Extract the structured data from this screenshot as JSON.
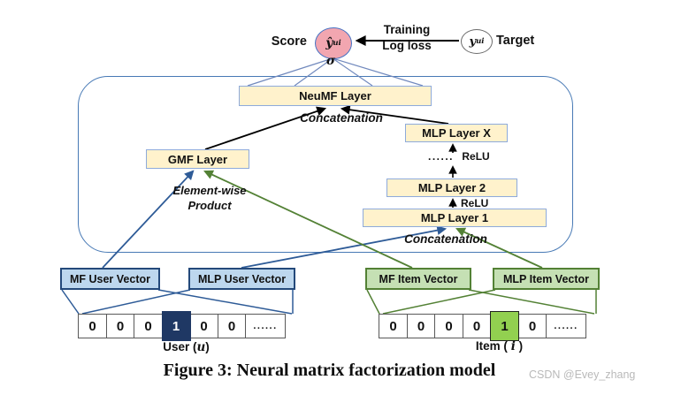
{
  "figure": {
    "score_label": "Score",
    "yhat": "ŷ",
    "yhat_sub": "ui",
    "sigma": "σ",
    "training_label": "Training",
    "logloss_label": "Log loss",
    "target_y": "y",
    "target_y_sub": "ui",
    "target_label": "Target",
    "layers": {
      "neumf": "NeuMF Layer",
      "concat_top": "Concatenation",
      "gmf": "GMF Layer",
      "elementwise_line1": "Element-wise",
      "elementwise_line2": "Product",
      "mlp_x": "MLP Layer X",
      "relu_dots": "......",
      "relu_x": "ReLU",
      "mlp_2": "MLP Layer 2",
      "relu_2": "ReLU",
      "mlp_1": "MLP Layer 1",
      "concat_bottom": "Concatenation"
    },
    "embeddings": {
      "mf_user": "MF User Vector",
      "mlp_user": "MLP User Vector",
      "mf_item": "MF Item Vector",
      "mlp_item": "MLP Item Vector"
    },
    "user_vector": {
      "cells": [
        "0",
        "0",
        "0",
        "1",
        "0",
        "0",
        "......"
      ],
      "hot_index": 3,
      "label_prefix": "User (",
      "label_var": "u",
      "label_suffix": ")"
    },
    "item_vector": {
      "cells": [
        "0",
        "0",
        "0",
        "0",
        "1",
        "0",
        "......"
      ],
      "hot_index": 4,
      "label_prefix": "Item ( ",
      "label_var": "i",
      "label_suffix": " )"
    },
    "colors": {
      "layer_fill": "#FFF2CC",
      "layer_border": "#8EAADB",
      "user_accent": "#24497A",
      "user_fill": "#BDD7EE",
      "item_accent": "#538135",
      "item_fill": "#C5E0B4",
      "hot_user_bg": "#1F3864",
      "hot_item_bg": "#92D050",
      "score_fill": "#F2A6B0",
      "frame_border": "#4779B5"
    }
  },
  "caption": "Figure 3:  Neural matrix factorization model",
  "watermark": "CSDN @Evey_zhang"
}
